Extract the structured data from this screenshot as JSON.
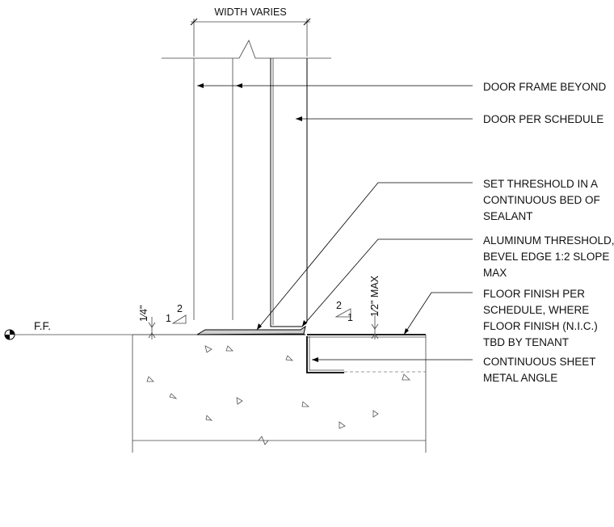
{
  "dimensions": {
    "width_label": "WIDTH VARIES"
  },
  "datum": {
    "label": "F.F."
  },
  "callouts": {
    "door_frame": "DOOR FRAME BEYOND",
    "door": "DOOR PER SCHEDULE",
    "sealant": [
      "SET THRESHOLD IN A",
      "CONTINUOUS BED OF",
      "SEALANT"
    ],
    "threshold": [
      "ALUMINUM THRESHOLD,",
      "BEVEL EDGE 1:2 SLOPE",
      "MAX"
    ],
    "floor_finish": [
      "FLOOR FINISH PER",
      "SCHEDULE, WHERE",
      "FLOOR FINISH (N.I.C.)",
      "TBD BY TENANT"
    ],
    "angle": [
      "CONTINUOUS SHEET",
      "METAL ANGLE"
    ]
  },
  "slope_left": {
    "rise": "1",
    "run": "2"
  },
  "slope_right": {
    "rise": "1",
    "run": "2"
  },
  "height_left": "1⁄4\"",
  "height_right": "1⁄2\" MAX"
}
